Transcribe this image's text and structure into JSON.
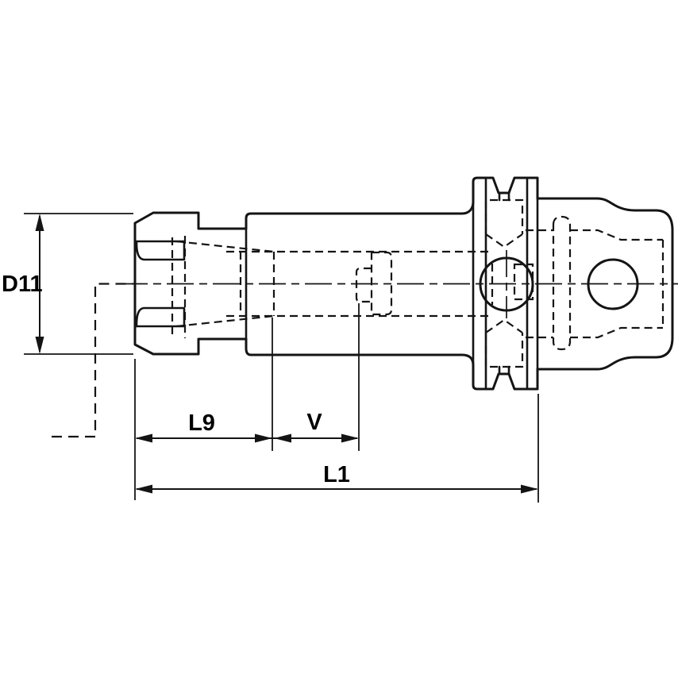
{
  "drawing": {
    "type": "engineering-dimension-drawing",
    "description": "Side view / partial section of an ER collet chuck adapter with quick-change flanged shank",
    "labels": {
      "d11": "D11",
      "l9": "L9",
      "v": "V",
      "l1": "L1"
    },
    "colors": {
      "part_fill": "#d6d6d6",
      "hole_fill": "#ffffff",
      "line": "#141414",
      "background": "#ffffff"
    }
  }
}
